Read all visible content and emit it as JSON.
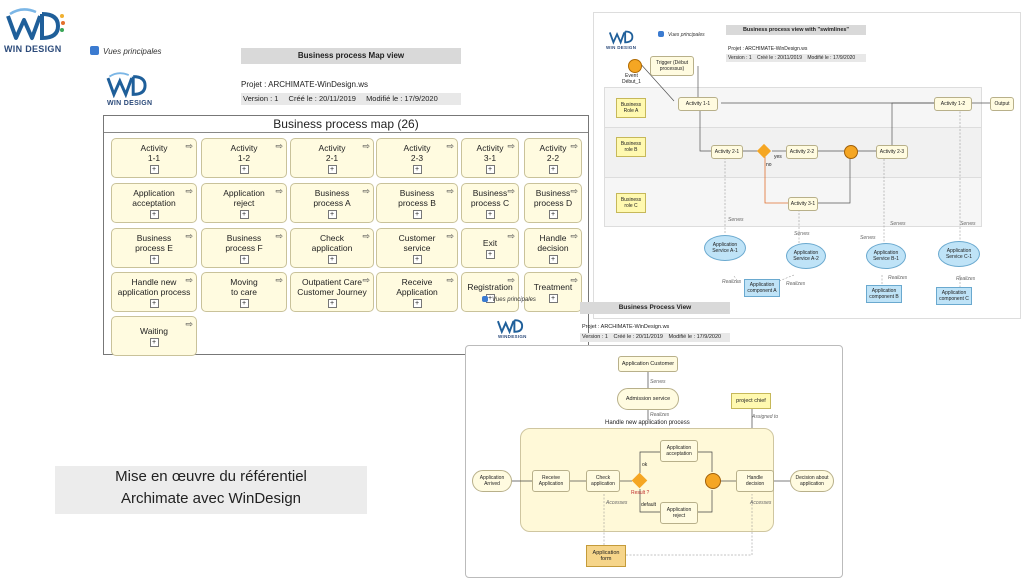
{
  "logo_main": {
    "mark": "WD",
    "name": "WIN DESIGN"
  },
  "vues_main": "Vues principales",
  "map_view": {
    "logo_name": "WIN DESIGN",
    "header_title": "Business process Map view",
    "project": "Projet : ARCHIMATE-WinDesign.ws",
    "version": "Version : 1",
    "created": "Créé le : 20/11/2019",
    "modified": "Modifié le : 17/9/2020",
    "panel_title": "Business process map  (26)",
    "tiles": [
      "Activity\n1-1",
      "Activity\n1-2",
      "Activity\n2-1",
      "Activity\n2-3",
      "Activity\n3-1",
      "Activity\n2-2",
      "Application\nacceptation",
      "Application\nreject",
      "Business\nprocess A",
      "Business\nprocess B",
      "Business\nprocess C",
      "Business\nprocess D",
      "Business\nprocess E",
      "Business\nprocess F",
      "Check\napplication",
      "Customer\nservice",
      "Exit",
      "Handle\ndecision",
      "Handle new\napplication process",
      "Moving\nto care",
      "Outpatient Care\nCustomer Journey",
      "Receive\nApplication",
      "Registration",
      "Treatment",
      "Waiting"
    ]
  },
  "swim_view": {
    "logo_name": "WIN DESIGN",
    "vues": "Vues principales",
    "header_title": "Business process view with \"swimlines\"",
    "project": "Projet : ARCHIMATE-WinDesign.ws",
    "version": "Version : 1",
    "created": "Créé le : 20/11/2019",
    "modified": "Modifié le : 17/9/2020",
    "event": "Event\nDébut_1",
    "trigger": "Trigger (Début\nprocessus)",
    "roles": [
      "Business\nRole A",
      "Business\nrole B",
      "Business\nrole C"
    ],
    "activities": [
      "Activity 1-1",
      "Activity 1-2",
      "Output",
      "Activity 2-1",
      "Activity 2-2",
      "Activity 2-3",
      "Activity 3-1"
    ],
    "yes": "yes",
    "no": "no",
    "services": [
      "Application\nService A-1",
      "Application\nService A-2",
      "Application\nService B-1",
      "Application\nService C-1"
    ],
    "components": [
      "Application\ncomponent A",
      "Application\ncomponent B",
      "Application\ncomponent C"
    ],
    "serves": "Serves",
    "realizes": "Realizes"
  },
  "bp_view": {
    "logo_name": "WINDESIGN",
    "vues": "Vues principales",
    "header_title": "Business Process View",
    "project": "Projet : ARCHIMATE-WinDesign.ws",
    "version": "Version : 1",
    "created": "Créé le : 20/11/2019",
    "modified": "Modifié le : 17/9/2020",
    "app_customer": "Application Customer",
    "serves": "Serves",
    "admission": "Admission service",
    "realizes": "Realizes",
    "project_chief": "project chief",
    "assigned": "Assigned to",
    "zone_title": "Handle new application process",
    "arrived": "Application\nArrived",
    "receive": "Receive\nApplication",
    "check": "Check\napplication",
    "ok": "ok",
    "result": "Result ?",
    "default": "default",
    "acceptation": "Application\nacceptation",
    "reject": "Application\nreject",
    "handle": "Handle\ndecision",
    "decision": "Decision about\napplication",
    "accesses": "Accesses",
    "form": "Application\nform"
  },
  "caption": {
    "line1": "Mise en œuvre du référentiel",
    "line2": "Archimate avec WinDesign"
  },
  "colors": {
    "brand": "#1f5f9a",
    "tile_bg": "#fffbe0",
    "service_bg": "#bfe3f7",
    "role_bg": "#fff9b0",
    "gateway": "#f5a623"
  }
}
